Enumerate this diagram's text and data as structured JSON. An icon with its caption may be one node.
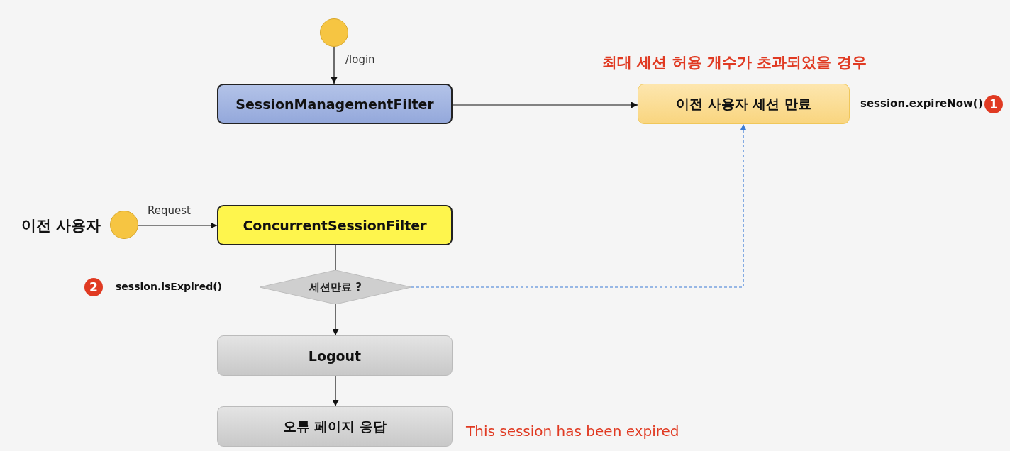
{
  "diagram": {
    "nodes": [
      {
        "text": [],
        "shape": "circle"
      },
      {
        "text": [
          "SessionManagementFilter"
        ]
      },
      {
        "text": [
          "이전 사용자 세션 만료"
        ],
        "beside": [
          "session.expireNow()"
        ]
      },
      {
        "text": [],
        "shape": "circle",
        "beside": [
          "이전 사용자"
        ]
      },
      {
        "text": [
          "ConcurrentSessionFilter"
        ]
      },
      {
        "text": [
          "세션만료 ?"
        ]
      },
      {
        "text": [
          "Logout"
        ]
      },
      {
        "text": [
          "오류 페이지 응답"
        ],
        "beside": [
          "This session has been expired"
        ]
      }
    ],
    "edges": [
      {
        "from": 0,
        "to": 1,
        "arrow": "to",
        "label": "/login"
      },
      {
        "from": 1,
        "to": 2,
        "arrow": "to"
      },
      {
        "from": 3,
        "to": 4,
        "arrow": "to",
        "label": "Request"
      },
      {
        "from": 4,
        "to": 5,
        "arrow": "none"
      },
      {
        "from": 5,
        "to": 6,
        "arrow": "to"
      },
      {
        "from": 6,
        "to": 7,
        "arrow": "to"
      },
      {
        "from": 5,
        "to": 2,
        "arrow": "to",
        "style": "dashed",
        "color": "#3a7bd5"
      }
    ],
    "labels": [
      "최대 세션 허용 개수가 초과되었을 경우",
      "1",
      "2",
      "session.isExpired()"
    ]
  }
}
